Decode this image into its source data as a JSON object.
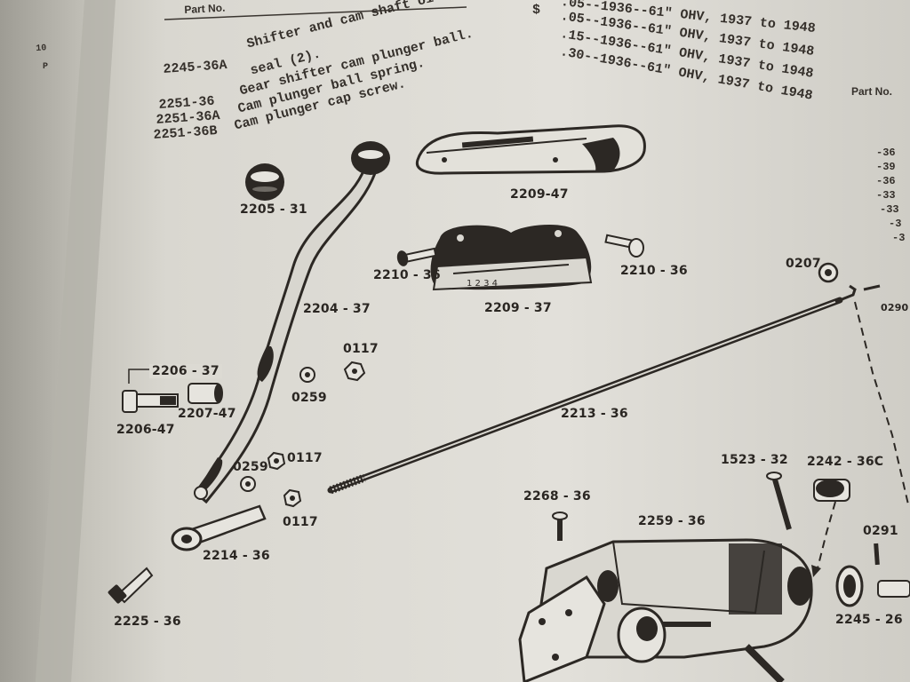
{
  "page": {
    "header": "Part No.",
    "parts_list": {
      "numbers": [
        "2245-36A",
        "2251-36",
        "2251-36A",
        "2251-36B"
      ],
      "descriptions": [
        "Shifter and cam shaft oil",
        "seal (2).",
        "Gear shifter cam plunger ball.",
        "Cam plunger ball spring.",
        "Cam plunger cap screw."
      ],
      "currency": "$",
      "oversize": [
        ".05--1936--61\" OHV, 1937 to 1948",
        ".05--1936--61\" OHV, 1937 to 1948",
        ".15--1936--61\" OHV, 1937 to 1948",
        ".30--1936--61\" OHV, 1937 to 1948"
      ]
    },
    "right_page": {
      "header": "Part No.",
      "numbers": [
        "-36",
        "-39",
        "-36",
        "-33",
        "-33",
        "-3",
        "-3"
      ]
    },
    "left_page": {
      "page_number": "10",
      "header": "P"
    }
  },
  "diagram_labels": {
    "l2205_31": "2205 - 31",
    "l2209_47": "2209-47",
    "l2210_36a": "2210 - 36",
    "l2210_36b": "2210 - 36",
    "l2209_37": "2209 - 37",
    "l0207": "0207",
    "l0290": "0290",
    "l2204_37": "2204 - 37",
    "l0117a": "0117",
    "l0259a": "0259",
    "l2206_37": "2206 - 37",
    "l2206_47": "2206-47",
    "l2207_47": "2207-47",
    "l2213_36": "2213 - 36",
    "l0259b": "0259",
    "l0117b": "0117",
    "l0117c": "0117",
    "l2214_36": "2214 - 36",
    "l2225_36": "2225 - 36",
    "l2268_36": "2268 - 36",
    "l1523_32": "1523 - 32",
    "l2242_36c": "2242 - 36C",
    "l2259_36": "2259 - 36",
    "l0291": "0291",
    "l2245_26": "2245 - 26"
  }
}
